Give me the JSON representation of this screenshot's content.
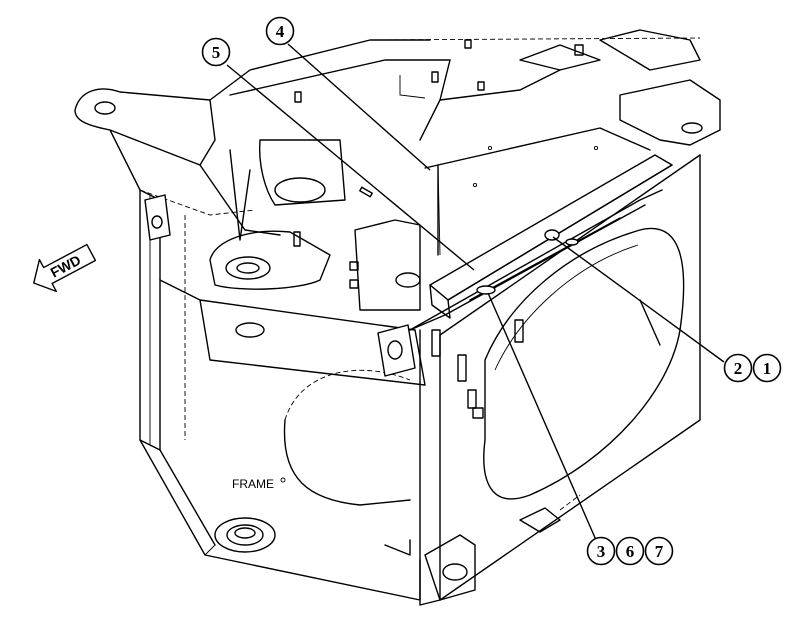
{
  "figure": {
    "callouts": [
      {
        "id": "c4",
        "label": "4"
      },
      {
        "id": "c5",
        "label": "5"
      },
      {
        "id": "c2",
        "label": "2"
      },
      {
        "id": "c1",
        "label": "1"
      },
      {
        "id": "c3",
        "label": "3"
      },
      {
        "id": "c6",
        "label": "6"
      },
      {
        "id": "c7",
        "label": "7"
      }
    ],
    "part_label": "FRAME",
    "direction_arrow_label": "FWD"
  }
}
